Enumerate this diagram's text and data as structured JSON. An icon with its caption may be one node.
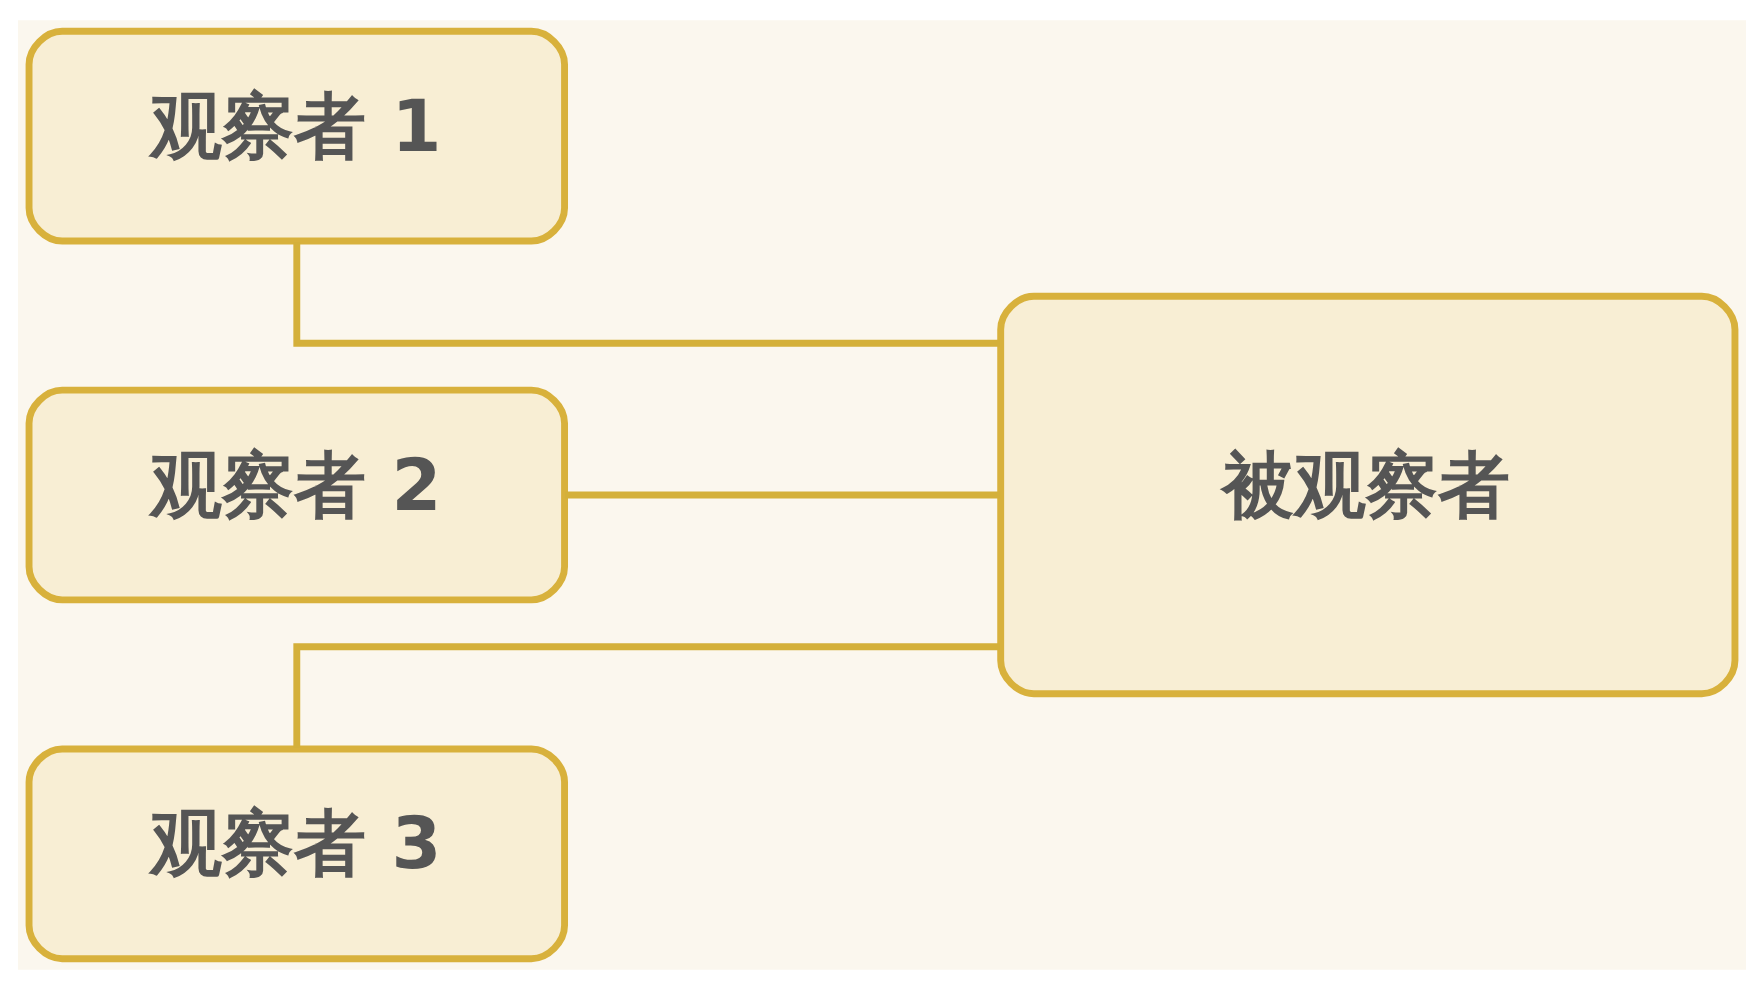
{
  "diagram": {
    "nodes": [
      {
        "text": [
          "观察者 1"
        ]
      },
      {
        "text": [
          "观察者 2"
        ]
      },
      {
        "text": [
          "观察者 3"
        ]
      },
      {
        "text": [
          "被观察者"
        ]
      }
    ],
    "edges": [
      {
        "from": 0,
        "to": 3,
        "arrow": "none"
      },
      {
        "from": 1,
        "to": 3,
        "arrow": "none"
      },
      {
        "from": 2,
        "to": 3,
        "arrow": "none"
      }
    ]
  }
}
